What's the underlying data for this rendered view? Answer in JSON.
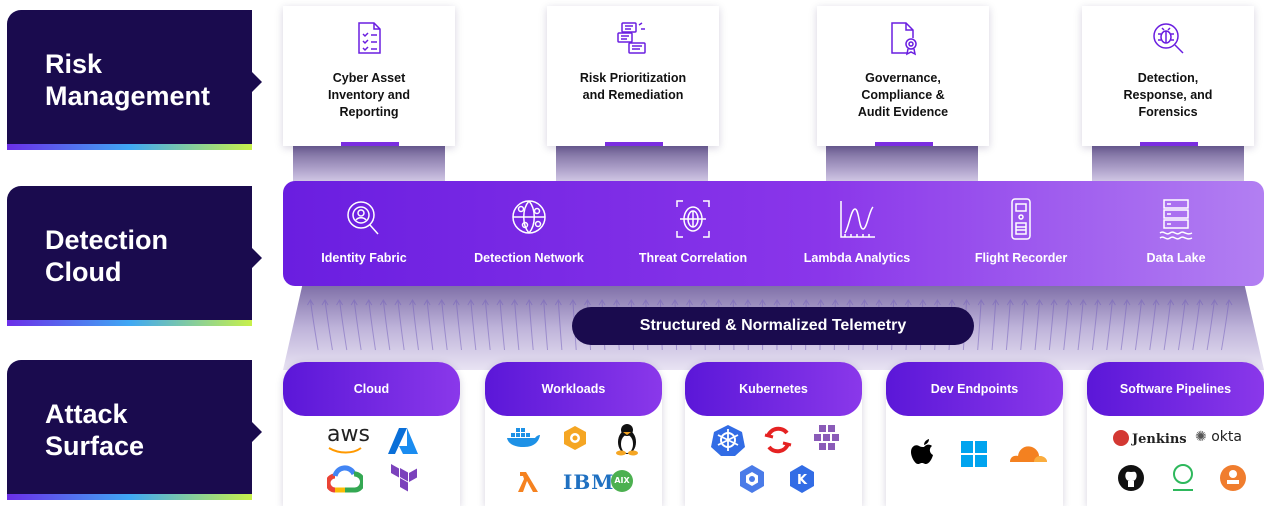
{
  "rows": {
    "risk": {
      "label_line1": "Risk",
      "label_line2": "Management"
    },
    "detection": {
      "label_line1": "Detection",
      "label_line2": "Cloud"
    },
    "attack": {
      "label_line1": "Attack",
      "label_line2": "Surface"
    }
  },
  "risk_cards": [
    {
      "icon": "checklist-document-icon",
      "line1": "Cyber Asset",
      "line2": "Inventory and",
      "line3": "Reporting"
    },
    {
      "icon": "prioritized-list-icon",
      "line1": "Risk Prioritization",
      "line2": "and Remediation",
      "line3": ""
    },
    {
      "icon": "certificate-document-icon",
      "line1": "Governance,",
      "line2": "Compliance &",
      "line3": "Audit Evidence"
    },
    {
      "icon": "bug-search-icon",
      "line1": "Detection,",
      "line2": "Response, and",
      "line3": "Forensics"
    }
  ],
  "capabilities": [
    {
      "icon": "identity-search-icon",
      "label": "Identity Fabric"
    },
    {
      "icon": "network-globe-icon",
      "label": "Detection Network"
    },
    {
      "icon": "fingerprint-scan-icon",
      "label": "Threat Correlation"
    },
    {
      "icon": "lambda-chart-icon",
      "label": "Lambda Analytics"
    },
    {
      "icon": "flight-recorder-icon",
      "label": "Flight Recorder"
    },
    {
      "icon": "data-lake-icon",
      "label": "Data Lake"
    }
  ],
  "telemetry_label": "Structured & Normalized Telemetry",
  "attack_cards": [
    {
      "title": "Cloud",
      "logos": [
        "aws-logo",
        "azure-logo",
        "google-cloud-logo",
        "terraform-logo"
      ],
      "aws_text": "aws"
    },
    {
      "title": "Workloads",
      "logos": [
        "docker-logo",
        "chef-logo",
        "linux-logo",
        "lambda-logo",
        "ibm-logo",
        "aix-logo"
      ],
      "ibm_text": "IBM",
      "aix_text": "AIX"
    },
    {
      "title": "Kubernetes",
      "logos": [
        "kubernetes-logo",
        "openshift-logo",
        "rancher-logo",
        "gke-logo",
        "k3s-logo"
      ]
    },
    {
      "title": "Dev Endpoints",
      "logos": [
        "apple-logo",
        "windows-logo",
        "cloudflare-logo"
      ]
    },
    {
      "title": "Software Pipelines",
      "logos": [
        "jenkins-logo",
        "okta-logo",
        "github-logo",
        "gitlab-logo",
        "chef-logo"
      ],
      "jenkins_text": "Jenkins",
      "okta_text": "okta"
    }
  ],
  "colors": {
    "navy": "#1a0b4e",
    "purple": "#6a1ee0",
    "accent": "#7a2ee0"
  }
}
